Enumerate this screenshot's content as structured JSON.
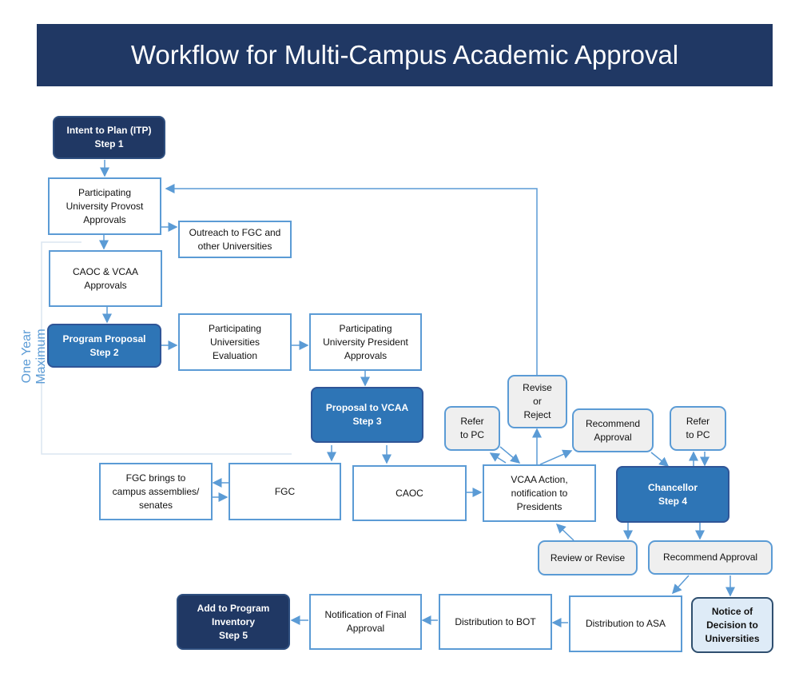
{
  "title": "Workflow for Multi-Campus Academic Approval",
  "bracket_label": "One Year Maximum",
  "colors": {
    "navy": "#203864",
    "blue": "#2e75b6",
    "line": "#5b9bd5",
    "gray": "#efefef",
    "light": "#deebf7"
  },
  "nodes": {
    "itp": "Intent to Plan (ITP)\nStep 1",
    "provost": "Participating\nUniversity Provost\nApprovals",
    "outreach": "Outreach to FGC and\nother Universities",
    "caoc_vcaa": "CAOC & VCAA\nApprovals",
    "program_proposal": "Program Proposal\nStep 2",
    "pu_evaluation": "Participating\nUniversities\nEvaluation",
    "pu_president": "Participating\nUniversity President\nApprovals",
    "proposal_vcaa": "Proposal to VCAA\nStep 3",
    "fgc_brings": "FGC brings to\ncampus assemblies/\nsenates",
    "fgc": "FGC",
    "caoc": "CAOC",
    "vcaa_action": "VCAA Action,\nnotification to\nPresidents",
    "refer_pc_1": "Refer\nto PC",
    "revise_reject": "Revise\nor\nReject",
    "recommend_approval_1": "Recommend\nApproval",
    "refer_pc_2": "Refer\nto PC",
    "chancellor": "Chancellor\nStep 4",
    "review_revise": "Review or Revise",
    "recommend_approval_2": "Recommend Approval",
    "add_inventory": "Add to Program\nInventory\nStep 5",
    "notification_final": "Notification of Final\nApproval",
    "distribution_bot": "Distribution to BOT",
    "distribution_asa": "Distribution to ASA",
    "notice_decision": "Notice of\nDecision to\nUniversities"
  }
}
